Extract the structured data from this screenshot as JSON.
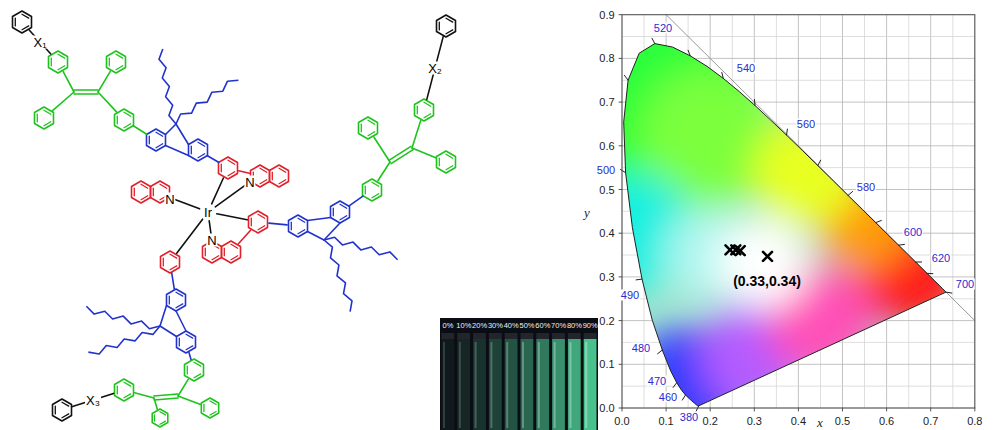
{
  "diagram": {
    "labels": [
      "X₁",
      "X₂",
      "X₃",
      "N",
      "N",
      "N",
      "Ir",
      "0%",
      "10%",
      "20%",
      "30%",
      "40%",
      "50%",
      "60%",
      "70%",
      "80%",
      "90%",
      "0.9",
      "0.8",
      "0.7",
      "0.6",
      "0.5",
      "0.4",
      "0.3",
      "0.2",
      "0.1",
      "0.0",
      "y",
      "0.0",
      "0.1",
      "0.2",
      "0.3",
      "0.4",
      "0.5",
      "0.6",
      "0.7",
      "0.8",
      "x",
      "520",
      "540",
      "560",
      "580",
      "600",
      "620",
      "700",
      "500",
      "490",
      "480",
      "470",
      "460",
      "380",
      "(0.33,0.34)"
    ]
  }
}
